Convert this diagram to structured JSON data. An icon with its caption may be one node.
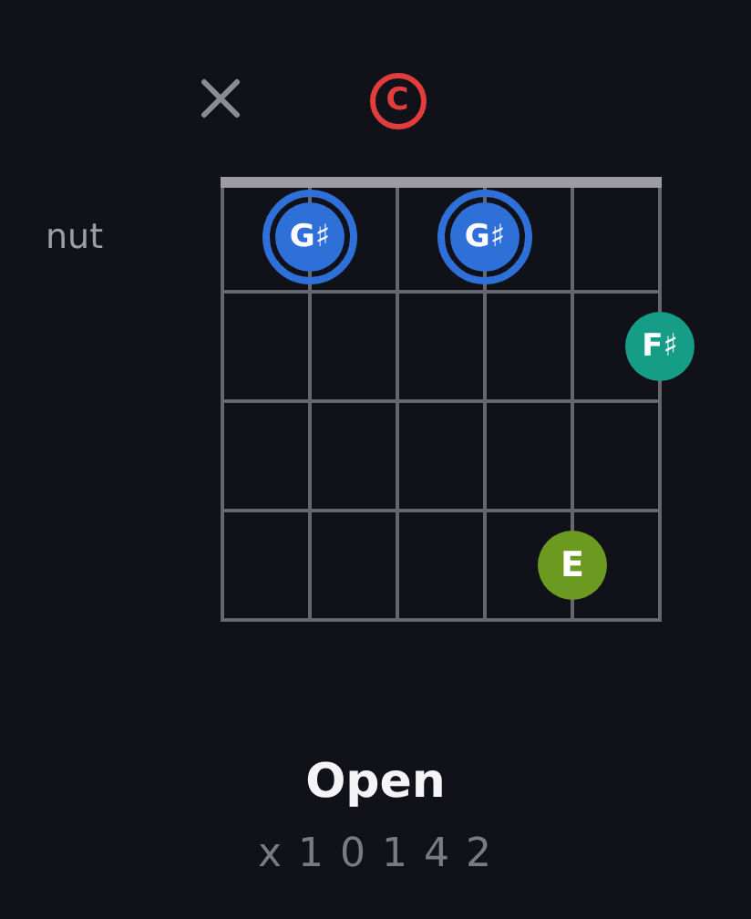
{
  "diagram": {
    "title": "Open",
    "nodes": [
      {
        "text": [
          "C"
        ]
      },
      {
        "text": [
          "G♯"
        ]
      },
      {
        "text": [
          "G♯"
        ]
      },
      {
        "text": [
          "F♯"
        ]
      },
      {
        "text": [
          "E"
        ]
      }
    ],
    "labels": [
      "nut",
      "x 1 0 1 4 2"
    ]
  }
}
